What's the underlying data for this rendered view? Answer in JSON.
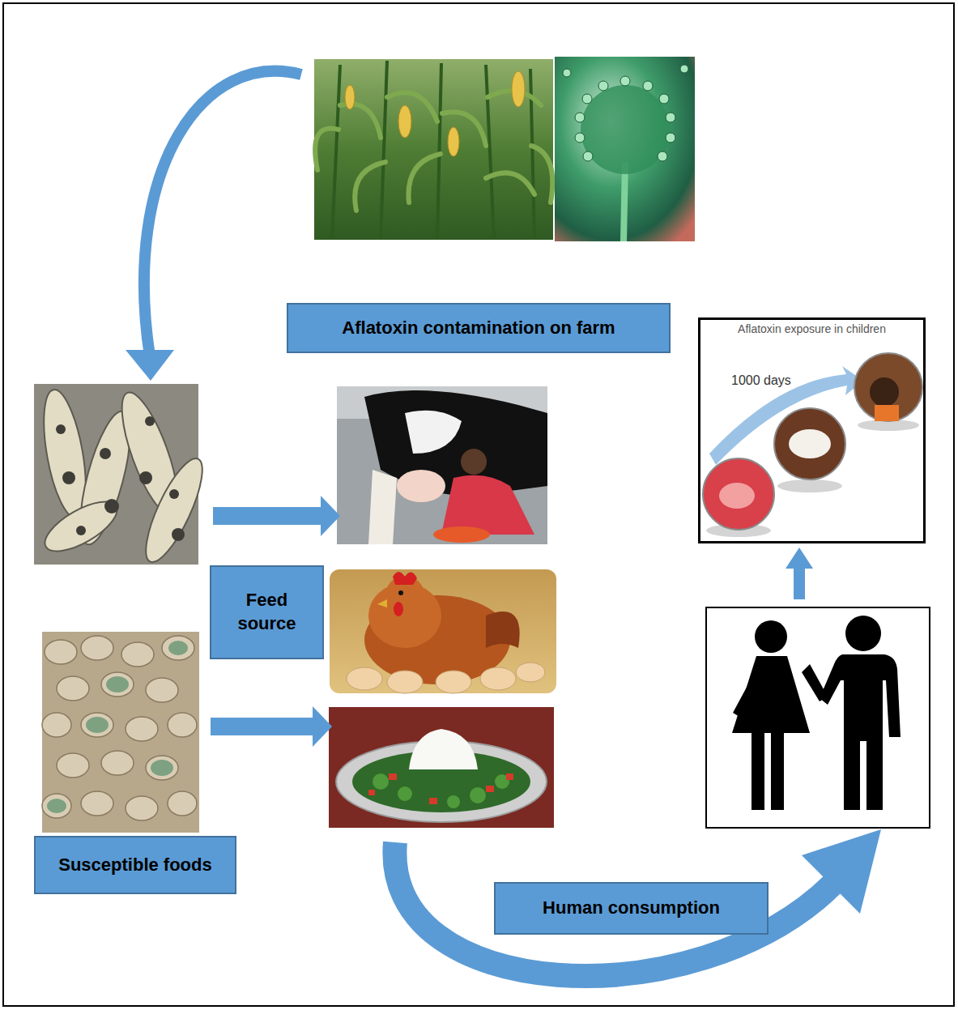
{
  "diagram": {
    "nodes": [
      {
        "text": [
          "Aflatoxin contamination on farm"
        ]
      },
      {
        "text": [
          "Aflatoxin exposure in children",
          "1000 days"
        ]
      },
      {
        "text": [
          "Feed source"
        ]
      },
      {
        "text": [
          "Susceptible foods"
        ]
      },
      {
        "text": [
          "Human consumption"
        ]
      }
    ]
  }
}
